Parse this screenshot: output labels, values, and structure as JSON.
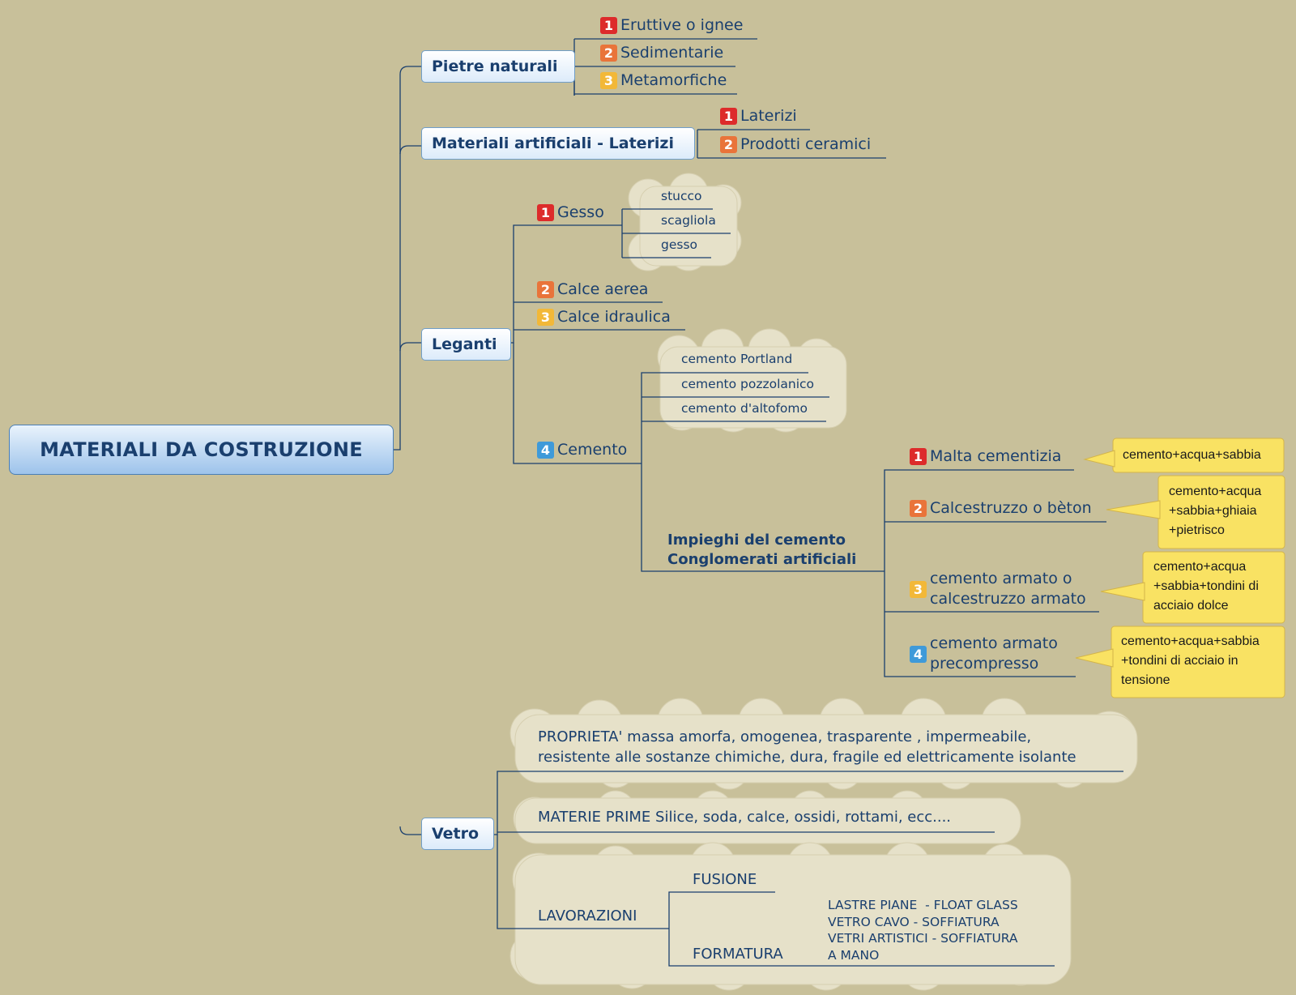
{
  "root": "MATERIALI DA COSTRUZIONE",
  "branches": {
    "pietre": {
      "label": "Pietre naturali",
      "items": [
        "Eruttive o ignee",
        "Sedimentarie",
        "Metamorfiche"
      ]
    },
    "artificiali": {
      "label": "Materiali artificiali - Laterizi",
      "items": [
        "Laterizi",
        "Prodotti ceramici"
      ]
    },
    "leganti": {
      "label": "Leganti",
      "gesso": {
        "label": "Gesso",
        "sub": [
          "stucco",
          "scagliola",
          "gesso"
        ]
      },
      "calce_aerea": "Calce aerea",
      "calce_idraulica": "Calce idraulica",
      "cemento": {
        "label": "Cemento",
        "types": [
          "cemento Portland",
          "cemento pozzolanico",
          "cemento d'altofomo"
        ],
        "impieghi": {
          "line1": "Impieghi del cemento",
          "line2": "Conglomerati artificiali",
          "items": [
            {
              "label": "Malta cementizia",
              "note": [
                "cemento+acqua+sabbia"
              ]
            },
            {
              "label": "Calcestruzzo o bèton",
              "note": [
                "cemento+acqua",
                "+sabbia+ghiaia",
                "+pietrisco"
              ]
            },
            {
              "label_lines": [
                "cemento armato o",
                "calcestruzzo armato"
              ],
              "note": [
                "cemento+acqua",
                "+sabbia+tondini di",
                "acciaio dolce"
              ]
            },
            {
              "label_lines": [
                "cemento armato",
                "precompresso"
              ],
              "note": [
                "cemento+acqua+sabbia",
                "+tondini di acciaio in",
                "tensione"
              ]
            }
          ]
        }
      }
    },
    "vetro": {
      "label": "Vetro",
      "proprieta": [
        "PROPRIETA' massa amorfa, omogenea, trasparente , impermeabile,",
        "resistente alle sostanze chimiche, dura, fragile ed elettricamente isolante"
      ],
      "materie_prime": "MATERIE PRIME Silice, soda, calce, ossidi, rottami, ecc....",
      "lavorazioni": {
        "label": "LAVORAZIONI",
        "fusione": "FUSIONE",
        "formatura": "FORMATURA",
        "formatura_items": [
          "LASTRE PIANE  - FLOAT GLASS",
          "VETRO CAVO - SOFFIATURA",
          "VETRI ARTISTICI - SOFFIATURA",
          "A MANO"
        ]
      }
    }
  },
  "colors": {
    "background": "#c8c09a",
    "line": "#1a3f6e",
    "cloud": "#e6e1c9",
    "note": "#f9e263",
    "badge1": "#dd2b2b",
    "badge2": "#e9743a",
    "badge3": "#f2b838",
    "badge4": "#3f9ad9"
  }
}
